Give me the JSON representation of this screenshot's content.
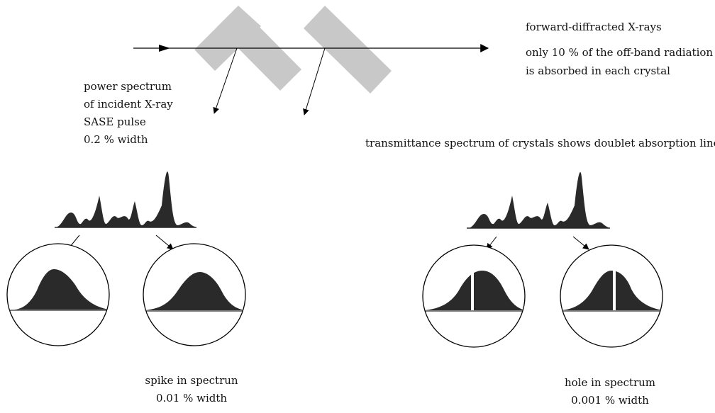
{
  "labels": {
    "forward": "forward-diffracted X-rays",
    "absorbed_1": "only 10 % of the off-band radiation",
    "absorbed_2": "is absorbed in each crystal",
    "power_1": "power spectrum",
    "power_2": "of incident X-ray",
    "power_3": "SASE pulse",
    "power_4": "0.2 % width",
    "transmittance": "transmittance spectrum of crystals shows doublet absorption line",
    "spike_1": "spike in spectrun",
    "spike_2": "0.01 % width",
    "hole_1": "hole in spectrum",
    "hole_2": "0.001 % width"
  },
  "colors": {
    "crystal": "#c8c8c8",
    "line": "#000000",
    "spectrum_fill": "#2a2a2a",
    "background": "#ffffff"
  }
}
